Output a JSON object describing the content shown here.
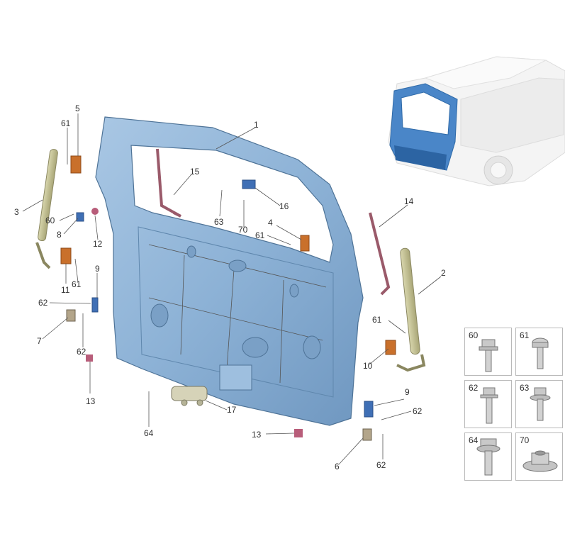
{
  "callouts": [
    "1",
    "2",
    "3",
    "4",
    "5",
    "6",
    "7",
    "8",
    "9",
    "9",
    "10",
    "11",
    "12",
    "13",
    "13",
    "14",
    "15",
    "16",
    "17",
    "60",
    "61",
    "61",
    "61",
    "61",
    "62",
    "62",
    "62",
    "62",
    "63",
    "64",
    "70"
  ],
  "legend": [
    "60",
    "61",
    "62",
    "63",
    "64",
    "70"
  ],
  "colors": {
    "door": "#8fb3d6",
    "door_dark": "#5f87ad",
    "strut": "#c9c79a",
    "hinge": "#c9702b",
    "seal": "#9a5a6a",
    "clip": "#3f6fb5",
    "bumper": "#b85d7a",
    "van_body": "#f2f2f2",
    "van_highlight": "#4a86c8"
  }
}
